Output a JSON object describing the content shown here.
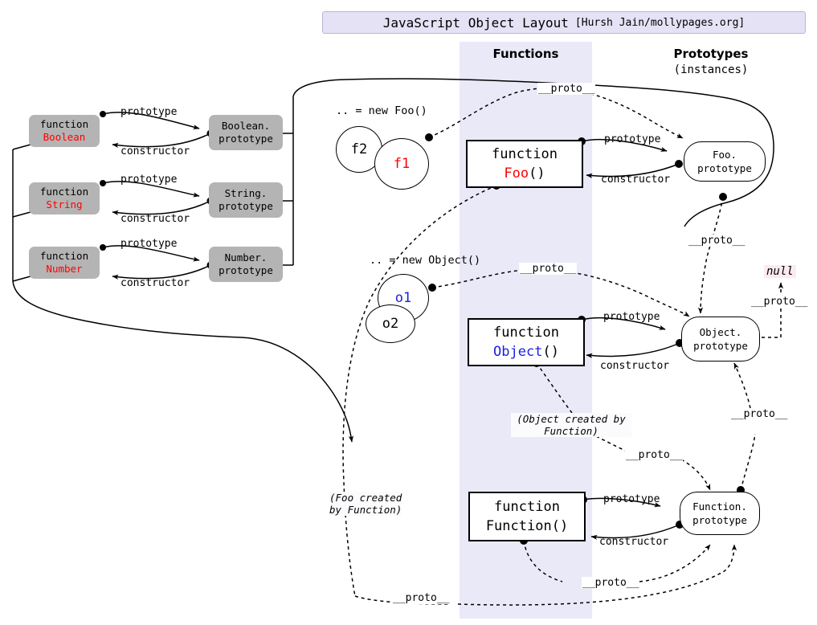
{
  "title": {
    "main": "JavaScript Object Layout",
    "attribution": "[Hursh Jain/mollypages.org]"
  },
  "columns": {
    "functions": "Functions",
    "prototypes": "Prototypes",
    "prototypes_sub": "(instances)"
  },
  "colors": {
    "band": "#e9e9f8",
    "title_bg": "#e5e2f6",
    "gray_box": "#b4b4b4",
    "red_text": "#ff0000",
    "blue_text": "#2020dd",
    "null_bg": "#fceaf0"
  },
  "builtins": [
    {
      "fn_keyword": "function",
      "fn_name": "Boolean",
      "proto_line1": "Boolean.",
      "proto_line2": "prototype",
      "edge_out": "prototype",
      "edge_in": "constructor"
    },
    {
      "fn_keyword": "function",
      "fn_name": "String",
      "proto_line1": "String.",
      "proto_line2": "prototype",
      "edge_out": "prototype",
      "edge_in": "constructor"
    },
    {
      "fn_keyword": "function",
      "fn_name": "Number",
      "proto_line1": "Number.",
      "proto_line2": "prototype",
      "edge_out": "prototype",
      "edge_in": "constructor"
    }
  ],
  "groups": [
    {
      "id": "foo",
      "caption": ".. = new Foo()",
      "instances": [
        {
          "name": "f2",
          "color": "black"
        },
        {
          "name": "f1",
          "color": "red"
        }
      ],
      "fn_keyword": "function",
      "fn_name": "Foo",
      "fn_parens": "()",
      "proto_line1": "Foo.",
      "proto_line2": "prototype",
      "edge_out": "prototype",
      "edge_in": "constructor",
      "instance_proto_label": "__proto__"
    },
    {
      "id": "object",
      "caption": ".. = new Object()",
      "instances": [
        {
          "name": "o1",
          "color": "blue"
        },
        {
          "name": "o2",
          "color": "black"
        }
      ],
      "fn_keyword": "function",
      "fn_name": "Object",
      "fn_parens": "()",
      "proto_line1": "Object.",
      "proto_line2": "prototype",
      "edge_out": "prototype",
      "edge_in": "constructor",
      "instance_proto_label": "__proto__"
    },
    {
      "id": "function",
      "caption": "",
      "instances": [],
      "fn_keyword": "function",
      "fn_name": "Function",
      "fn_parens": "()",
      "proto_line1": "Function.",
      "proto_line2": "prototype",
      "edge_out": "prototype",
      "edge_in": "constructor",
      "instance_proto_label": "__proto__"
    }
  ],
  "proto_labels": {
    "foo_instance": "__proto__",
    "foo_proto_to_object": "__proto__",
    "object_instance": "__proto__",
    "object_proto_head": "__proto__",
    "object_to_null": "__proto__",
    "function_proto_to_object": "__proto__",
    "object_created_by_fn_proto": "__proto__",
    "function_self_proto": "__proto__",
    "foo_created_by_fn_proto": "__proto__"
  },
  "notes": {
    "object_created": "(Object created by",
    "object_created2": "Function)",
    "foo_created": "(Foo created",
    "foo_created2": "by Function)"
  },
  "null_label": "null"
}
